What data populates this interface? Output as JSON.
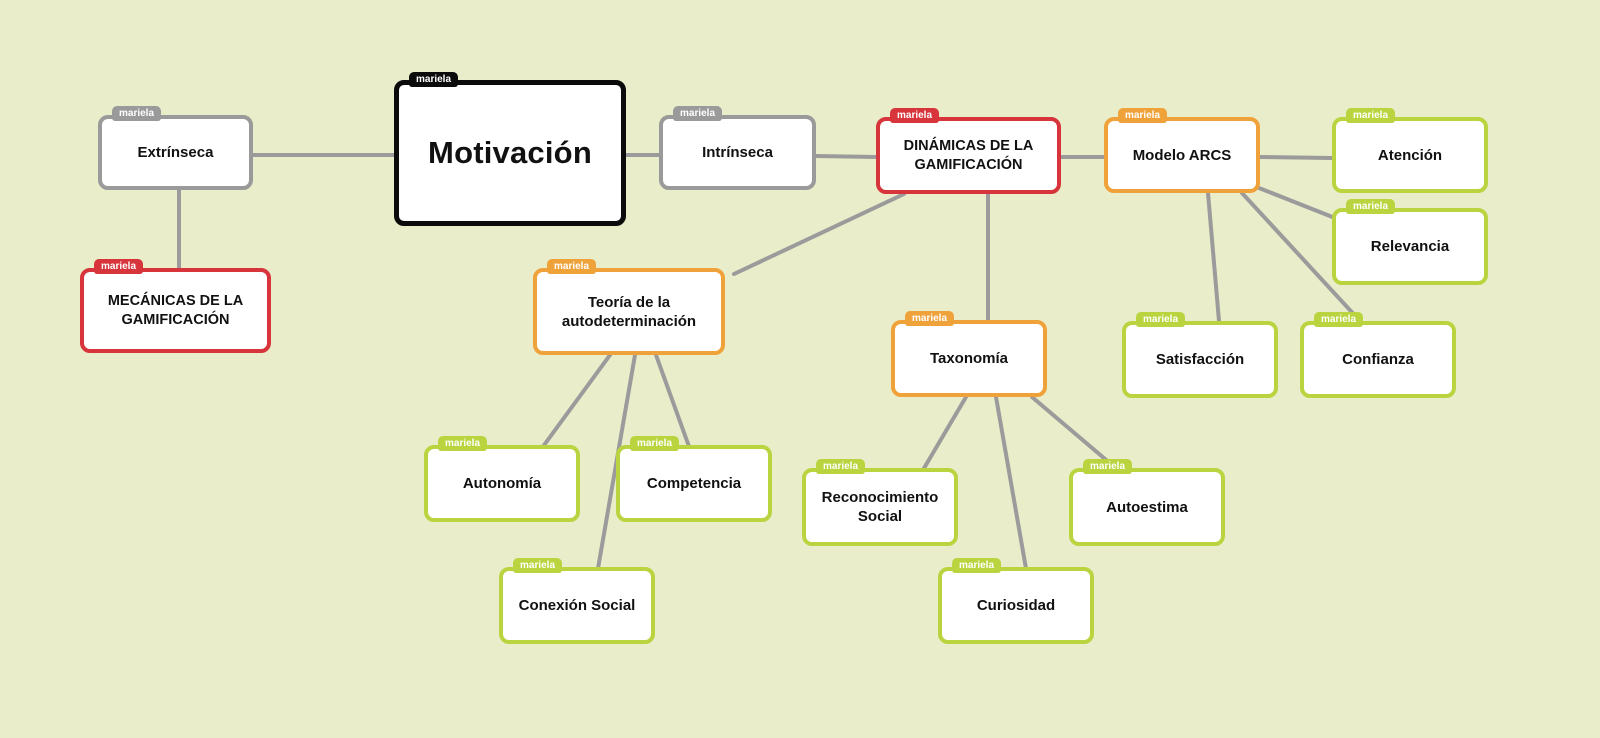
{
  "diagram": {
    "tag_label": "mariela",
    "colors": {
      "background": "#e9edc9",
      "connector": "#9b9b9b",
      "gray": "#9a9a9a",
      "red": "#d7343b",
      "orange": "#f0a23a",
      "green": "#b9d43f",
      "black": "#0b0b0b"
    },
    "nodes": {
      "extrinseca": "Extrínseca",
      "mecanicas": "MECÁNICAS DE LA\nGAMIFICACIÓN",
      "motivacion": "Motivación",
      "intrinseca": "Intrínseca",
      "dinamicas": "DINÁMICAS DE LA\nGAMIFICACIÓN",
      "arcs": "Modelo ARCS",
      "atencion": "Atención",
      "relevancia": "Relevancia",
      "satisfaccion": "Satisfacción",
      "confianza": "Confianza",
      "teoria": "Teoría de la\nautodeterminación",
      "taxonomia": "Taxonomía",
      "autonomia": "Autonomía",
      "competencia": "Competencia",
      "reconocimiento": "Reconocimiento\nSocial",
      "autoestima": "Autoestima",
      "conexion": "Conexión Social",
      "curiosidad": "Curiosidad"
    },
    "node_colors": {
      "extrinseca": "gray",
      "mecanicas": "red",
      "motivacion": "black",
      "intrinseca": "gray",
      "dinamicas": "red",
      "arcs": "orange",
      "atencion": "green",
      "relevancia": "green",
      "satisfaccion": "green",
      "confianza": "green",
      "teoria": "orange",
      "taxonomia": "orange",
      "autonomia": "green",
      "competencia": "green",
      "reconocimiento": "green",
      "autoestima": "green",
      "conexion": "green",
      "curiosidad": "green"
    },
    "edges": [
      [
        "extrinseca",
        "motivacion"
      ],
      [
        "extrinseca",
        "mecanicas"
      ],
      [
        "motivacion",
        "intrinseca"
      ],
      [
        "intrinseca",
        "dinamicas"
      ],
      [
        "dinamicas",
        "arcs"
      ],
      [
        "dinamicas",
        "teoria"
      ],
      [
        "dinamicas",
        "taxonomia"
      ],
      [
        "arcs",
        "atencion"
      ],
      [
        "arcs",
        "relevancia"
      ],
      [
        "arcs",
        "satisfaccion"
      ],
      [
        "arcs",
        "confianza"
      ],
      [
        "teoria",
        "autonomia"
      ],
      [
        "teoria",
        "competencia"
      ],
      [
        "teoria",
        "conexion"
      ],
      [
        "taxonomia",
        "reconocimiento"
      ],
      [
        "taxonomia",
        "autoestima"
      ],
      [
        "taxonomia",
        "curiosidad"
      ]
    ]
  }
}
